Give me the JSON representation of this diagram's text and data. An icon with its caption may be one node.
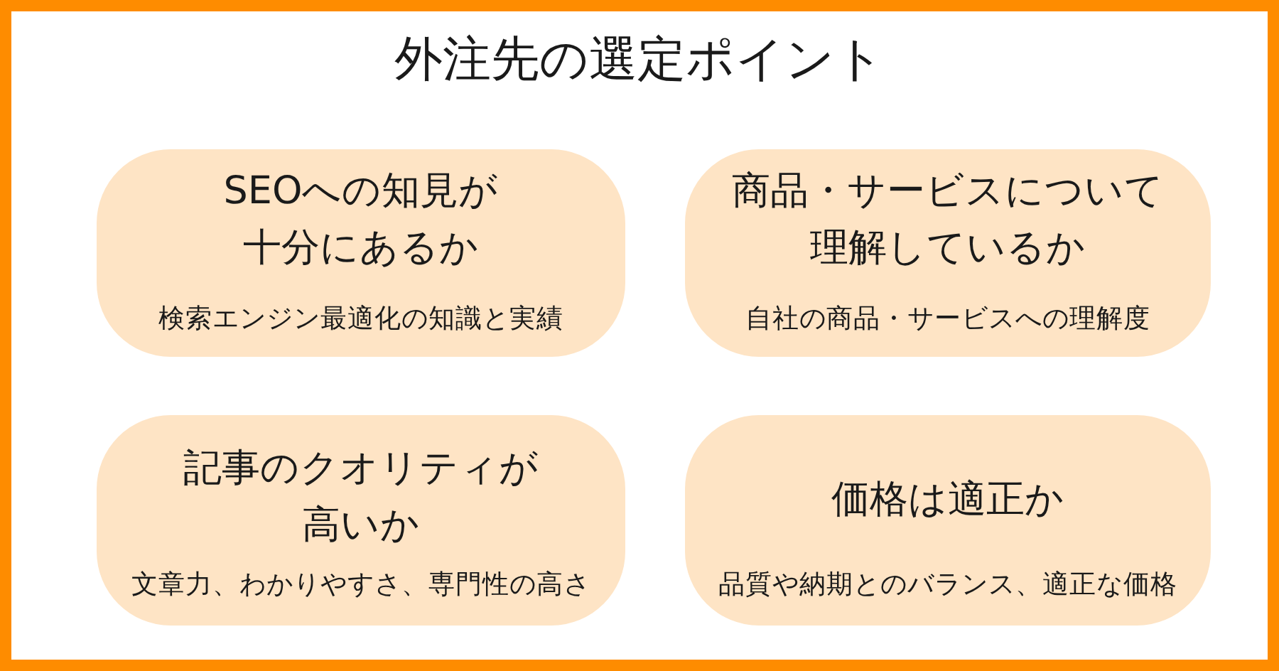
{
  "diagram": {
    "title": "外注先の選定ポイント",
    "nodes": [
      {
        "text": [
          "SEOへの知見が十分にあるか",
          "検索エンジン最適化の知識と実績"
        ]
      },
      {
        "text": [
          "商品・サービスについて理解しているか",
          "自社の商品・サービスへの理解度"
        ]
      },
      {
        "text": [
          "記事のクオリティが高いか",
          "文章力、わかりやすさ、専門性の高さ"
        ]
      },
      {
        "text": [
          "価格は適正か",
          "品質や納期とのバランス、適正な価格"
        ]
      }
    ]
  }
}
